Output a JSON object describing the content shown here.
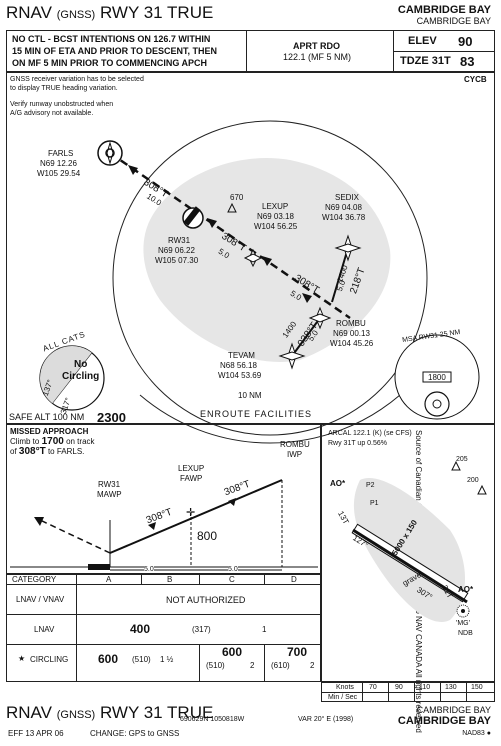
{
  "header": {
    "title_rnav": "RNAV",
    "title_gnss": "(GNSS)",
    "title_rest": "RWY 31 TRUE",
    "airport_city": "CAMBRIDGE BAY",
    "airport_name": "CAMBRIDGE BAY",
    "atc_note_1": "NO CTL - BCST INTENTIONS ON 126.7 WITHIN",
    "atc_note_2": "15 MIN OF ETA AND PRIOR TO DESCENT, THEN",
    "atc_note_3": "ON MF 5 MIN PRIOR TO COMMENCING APCH",
    "aprt_label": "APRT RDO",
    "aprt_freq": "122.1 (MF 5 NM)",
    "elev_label": "ELEV",
    "elev_value": "90",
    "tdze_label": "TDZE  31T",
    "tdze_value": "83"
  },
  "planview": {
    "note_1": "GNSS receiver variation has to be selected",
    "note_2": "to display TRUE heading variation.",
    "note_3": "Verify runway unobstructed when",
    "note_4": "A/G advisory not available.",
    "airport_id": "CYCB",
    "source_note": "Source of Canadian Civil Aeronautical Data: © 2006 NAV CANADA All rights reserved",
    "farls_name": "FARLS",
    "farls_lat": "N69 12.26",
    "farls_lon": "W105 29.54",
    "rw31_name": "RW31",
    "rw31_lat": "N69 06.22",
    "rw31_lon": "W105 07.30",
    "lexup_name": "LEXUP",
    "lexup_lat": "N69 03.18",
    "lexup_lon": "W104 56.25",
    "sedix_name": "SEDIX",
    "sedix_lat": "N69 04.08",
    "sedix_lon": "W104 36.78",
    "rombu_name": "ROMBU",
    "rombu_lat": "N69 00.13",
    "rombu_lon": "W104 45.26",
    "tevam_name": "TEVAM",
    "tevam_lat": "N68 56.18",
    "tevam_lon": "W104 53.69",
    "obstacle_elev": "670",
    "leg_farls_crs": "308°T",
    "leg_farls_dist": "10.0",
    "leg_rw31_crs": "308°T",
    "leg_rw31_dist": "5.0",
    "leg_lexup_crs": "308°T",
    "leg_lexup_dist": "5.0",
    "sedix_crs": "218°T",
    "sedix_dist": "5.0",
    "sedix_alt": "1400",
    "tevam_crs": "038°T",
    "tevam_dist": "5.0",
    "tevam_alt": "1400",
    "ring_10nm": "10 NM",
    "enroute": "ENROUTE FACILITIES",
    "allcats": "ALL CATS",
    "no_circling_1": "No",
    "no_circling_2": "Circling",
    "circ_137": "137°",
    "circ_317": "317°",
    "msa_label": "MSA  RW31  25 NM",
    "msa_alt": "1800",
    "safe_alt_label": "SAFE ALT 100 NM",
    "safe_alt_value": "2300"
  },
  "profile": {
    "missed_title": "MISSED APPROACH",
    "missed_1": "Climb to",
    "missed_alt": "1700",
    "missed_2": "on track",
    "missed_3": "of",
    "missed_crs": "308°T",
    "missed_4": "to FARLS.",
    "rombu": "ROMBU",
    "iwp": "IWP",
    "lexup": "LEXUP",
    "fawp": "FAWP",
    "rw31": "RW31",
    "mawp": "MAWP",
    "crs_1": "308°T",
    "crs_2": "308°T",
    "fawp_alt": "800",
    "dist_1": "5.0",
    "dist_2": "5.0"
  },
  "aerodrome": {
    "arcal": "ARCAL 122.1 (K) (se CFS)",
    "rwy_note": "Rwy 31T up 0.56%",
    "elev_205": "205",
    "elev_200": "200",
    "rwy_dim": "5000 x 150",
    "rwy_surf": "gravel",
    "hdg_127": "127°",
    "hdg_307": "307°",
    "rwy_13t": "13T",
    "rwy_31t": "31T",
    "ndb_id": "'MG'",
    "ndb_label": "NDB",
    "ao_1": "AO*",
    "ao_2": "AO*",
    "p1": "P1",
    "p2": "P2"
  },
  "minima": {
    "header_category": "CATEGORY",
    "cats": [
      "A",
      "B",
      "C",
      "D"
    ],
    "row1_label": "LNAV / VNAV",
    "row1_value": "NOT AUTHORIZED",
    "row2_label": "LNAV",
    "row2_mda": "400",
    "row2_hat": "(317)",
    "row2_vis": "1",
    "row3_star": "★",
    "row3_label": "CIRCLING",
    "row3_ab_mda": "600",
    "row3_ab_hat": "(510)",
    "row3_ab_vis": "1 ½",
    "row3_c_mda": "600",
    "row3_c_hat": "(510)",
    "row3_c_vis": "2",
    "row3_d_mda": "700",
    "row3_d_hat": "(610)",
    "row3_d_vis": "2",
    "knots_label": "Knots",
    "knots": [
      "70",
      "90",
      "110",
      "130",
      "150"
    ],
    "minsec_label": "Min / Sec"
  },
  "footer": {
    "title_rnav": "RNAV",
    "title_gnss": "(GNSS)",
    "title_rest": "RWY 31 TRUE",
    "airport_city": "CAMBRIDGE BAY",
    "airport_name": "CAMBRIDGE BAY",
    "coords": "690629N 1050818W",
    "var": "VAR 20° E  (1998)",
    "nad": "NAD83 ●",
    "eff": "EFF 13 APR 06",
    "change": "CHANGE: GPS to GNSS"
  }
}
